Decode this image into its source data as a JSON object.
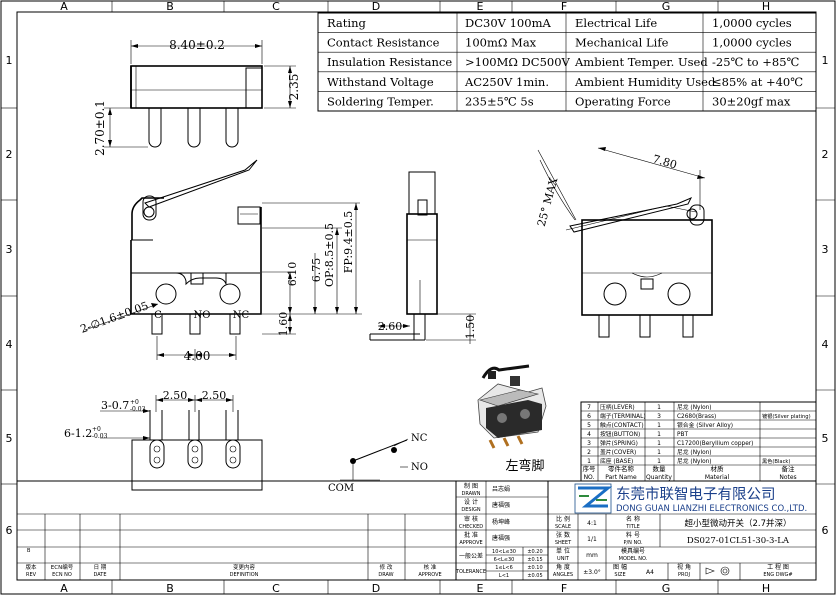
{
  "border": {
    "cols": [
      "A",
      "B",
      "C",
      "D",
      "E",
      "F",
      "G",
      "H"
    ],
    "rows": [
      "1",
      "2",
      "3",
      "4",
      "5",
      "6"
    ]
  },
  "spec_table": [
    {
      "k1": "Rating",
      "v1": "DC30V 100mA",
      "k2": "Electrical Life",
      "v2": "1,0000 cycles"
    },
    {
      "k1": "Contact Resistance",
      "v1": "100mΩ  Max",
      "k2": "Mechanical Life",
      "v2": "1,0000 cycles"
    },
    {
      "k1": "Insulation Resistance",
      "v1": ">100MΩ  DC500V",
      "k2": "Ambient Temper. Used",
      "v2": "-25℃ to +85℃"
    },
    {
      "k1": "Withstand Voltage",
      "v1": "AC250V  1min.",
      "k2": "Ambient Humidity Used",
      "v2": "≤85% at +40℃"
    },
    {
      "k1": "Soldering Temper.",
      "v1": "235±5℃ 5s",
      "k2": "Operating Force",
      "v2": "30±20gf max"
    }
  ],
  "dims": {
    "width_top": "8.40±0.2",
    "height_235": "2.35",
    "height_270": "2.70±0.1",
    "lever_780": "7.80",
    "angle_25": "25° MAX",
    "h_610": "6.10",
    "h_675": "6.75",
    "op": "OP:8.5±0.5",
    "fp": "FP:9.4±0.5",
    "h_160": "1.60",
    "holes": "2-∅1.6±0.05",
    "pitch_400": "4.00",
    "w_260": "2.60",
    "h_150": "1.50",
    "pin_07": "3-0.7",
    "pin_07_tol_up": "+0",
    "pin_07_tol_dn": "-0.03",
    "pin_12": "6-1.2",
    "pin_12_tol_up": "+0",
    "pin_12_tol_dn": "-0.03",
    "p_250a": "2.50",
    "p_250b": "2.50"
  },
  "terminals": {
    "c": "C",
    "no": "NO",
    "nc": "NC"
  },
  "schematic": {
    "nc": "NC",
    "no": "NO",
    "com": "COM"
  },
  "photo_caption": "左弯脚",
  "bom": [
    {
      "no": "7",
      "name": "压柄(LEVER)",
      "qty": "1",
      "mat": "尼龙 (Nylon)",
      "note": ""
    },
    {
      "no": "6",
      "name": "端子(TERMINAL)",
      "qty": "3",
      "mat": "C2680(Brass)",
      "note": "镀银(Silver plating)"
    },
    {
      "no": "5",
      "name": "触点(CONTACT)",
      "qty": "1",
      "mat": "银合金 (Silver Alloy)",
      "note": ""
    },
    {
      "no": "4",
      "name": "按钮(BUTTON)",
      "qty": "1",
      "mat": "PBT",
      "note": ""
    },
    {
      "no": "3",
      "name": "弹片(SPRING)",
      "qty": "1",
      "mat": "C17200(Beryllium copper)",
      "note": ""
    },
    {
      "no": "2",
      "name": "盖片(COVER)",
      "qty": "1",
      "mat": "尼龙 (Nylon)",
      "note": ""
    },
    {
      "no": "1",
      "name": "底座 (BASE)",
      "qty": "1",
      "mat": "尼龙 (Nylon)",
      "note": "黑色(Black)"
    }
  ],
  "bom_header": {
    "no_cn": "序号",
    "no_en": "NO.",
    "name_cn": "零件名称",
    "name_en": "Part Name",
    "qty_cn": "数量",
    "qty_en": "Quantity",
    "mat_cn": "材质",
    "mat_en": "Material",
    "note_cn": "备注",
    "note_en": "Notes"
  },
  "company": {
    "cn": "东莞市联智电子有限公司",
    "en": "DONG GUAN LIANZHI ELECTRONICS CO.,LTD."
  },
  "title_block": {
    "drawn_cn": "制  图",
    "drawn_en": "DRAWN",
    "drawn_name": "吕志娟",
    "design_cn": "设  计",
    "design_en": "DESIGN",
    "design_name": "唐福强",
    "check_cn": "审  核",
    "check_en": "CHECKED",
    "check_name": "杨坤峰",
    "approve_cn": "批  准",
    "approve_en": "APPROVE",
    "approve_name": "唐福强",
    "product_title": "超小型微动开关（2.7并深）",
    "part_no": "DS027-01CL51-30-3-LA",
    "scale_cn": "比  例",
    "scale_en": "SCALE",
    "scale_val": "4:1",
    "sheet_cn": "张  数",
    "sheet_en": "SHEET",
    "sheet_val": "1/1",
    "unit_cn": "单  位",
    "unit_en": "UNIT",
    "unit_val": "mm",
    "angle_cn": "角  度",
    "angle_en": "ANGLES",
    "angle_val": "±3.0°",
    "title_cn": "名  称",
    "title_en": "TITLE",
    "pn_cn": "料  号",
    "pn_en": "P/N NO.",
    "model_cn": "模具编号",
    "model_en": "MODEL NO.",
    "size_cn": "图  幅",
    "size_en": "SIZE",
    "size_val": "A4",
    "proj_cn": "视  角",
    "proj_en": "PROJ",
    "eng_cn": "工  程  图",
    "eng_en": "ENG DWG#",
    "gen_tol": "一般公差",
    "tolerance": "TOLERANCE",
    "tol_rows": [
      {
        "r": "10<L≤30",
        "v": "±0.20"
      },
      {
        "r": "6<L≤30",
        "v": "±0.15"
      },
      {
        "r": "1≤L<6",
        "v": "±0.10"
      },
      {
        "r": "L<1",
        "v": "±0.05"
      }
    ],
    "rev_cn": "版本",
    "rev_en": "REV",
    "ecn_cn": "ECN编号",
    "ecn_en": "ECN NO",
    "date_cn": "日  期",
    "date_en": "DATE",
    "def_cn": "变更内容",
    "def_en": "DEFINITION",
    "sign_cn": "修  改",
    "sign_en": "DRAW",
    "appr_cn": "核  准",
    "appr_en": "APPROVE",
    "rev_b": "B"
  }
}
